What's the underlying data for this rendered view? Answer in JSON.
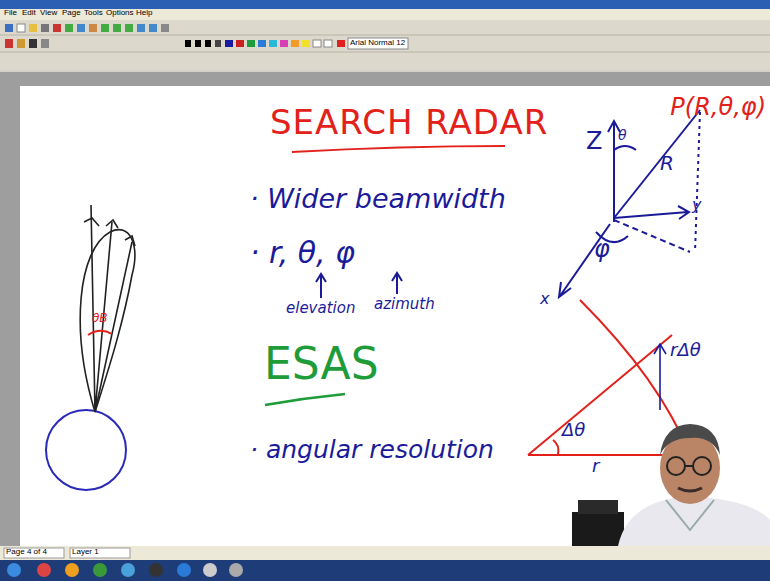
{
  "diagram": {
    "title": "SEARCH RADAR",
    "labels": [
      "File",
      "Edit",
      "View",
      "Page",
      "Tools",
      "Options",
      "Help",
      "Arial Normal 12",
      "· Wider beamwidth",
      "· r, θ, φ",
      "elevation",
      "azimuth",
      "ESAS",
      "· angular resolution",
      "Z",
      "θ",
      "P(R,θ,φ)",
      "R",
      "y",
      "φ",
      "x",
      "θB",
      "rΔθ",
      "Δθ",
      "r",
      "Page 4 of 4",
      "Layer 1"
    ]
  }
}
